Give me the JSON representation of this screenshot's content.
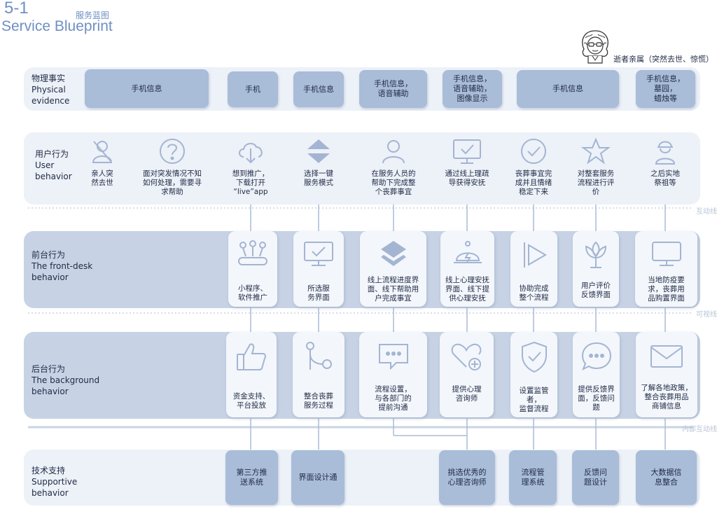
{
  "header": {
    "number": "5-1",
    "title_cn": "服务蓝图",
    "title_en": "Service Blueprint"
  },
  "persona": {
    "label": "逝者亲属（突然去世、惊慌）",
    "avatar": "woman-with-glasses-avatar"
  },
  "rows": {
    "physical": {
      "cn": "物理事实",
      "en1": "Physical",
      "en2": "evidence"
    },
    "user": {
      "cn": "用户行为",
      "en1": "User",
      "en2": "behavior"
    },
    "front": {
      "cn": "前台行为",
      "en1": "The front-desk",
      "en2": "behavior"
    },
    "back": {
      "cn": "后台行为",
      "en1": "The background",
      "en2": "behavior"
    },
    "support": {
      "cn": "技术支持",
      "en1": "Supportive",
      "en2": "behavior"
    }
  },
  "side_labels": {
    "interaction": "互动线",
    "visibility": "可视线",
    "internal": "内部互动线"
  },
  "physical_evidence": [
    "手机信息",
    "手机",
    "手机信息",
    "手机信息，\n语音辅助",
    "手机信息，\n语音辅助，\n图像显示",
    "手机信息",
    "手机信息，\n墓园，\n蜡烛等"
  ],
  "user_behavior": [
    {
      "icon": "person-icon",
      "text": "亲人突\n然去世"
    },
    {
      "icon": "question-icon",
      "text": "面对突发情况不知\n如何处理，需要寻\n求帮助"
    },
    {
      "icon": "cloud-download-icon",
      "text": "想到推广，\n下载打开\n“live”app"
    },
    {
      "icon": "up-down-arrows-icon",
      "text": "选择一键\n服务模式"
    },
    {
      "icon": "user-icon",
      "text": "在服务人员的\n帮助下完成整\n个丧葬事宜"
    },
    {
      "icon": "monitor-check-icon",
      "text": "通过线上理疏\n导获得安抚"
    },
    {
      "icon": "check-circle-icon",
      "text": "丧葬事宜完\n成并且情绪\n稳定下来"
    },
    {
      "icon": "star-icon",
      "text": "对整套服务\n流程进行评\n价"
    },
    {
      "icon": "worker-icon",
      "text": "之后实地\n祭祖等"
    }
  ],
  "front_desk": [
    {
      "icon": "network-icon",
      "text": "小程序、\n软件推广"
    },
    {
      "icon": "monitor-check-icon",
      "text": "所选服\n务界面"
    },
    {
      "icon": "layers-icon",
      "text": "线上流程进度界\n面、线下帮助用\n户完成事宜"
    },
    {
      "icon": "service-bell-icon",
      "text": "线上心理安抚\n界面、线下提\n供心理安抚"
    },
    {
      "icon": "play-icon",
      "text": "协助完成\n整个流程"
    },
    {
      "icon": "flower-icon",
      "text": "用户评价\n反馈界面"
    },
    {
      "icon": "monitor-icon",
      "text": "当地防疫要\n求，丧葬用\n品购置界面"
    }
  ],
  "background": [
    {
      "icon": "thumbs-up-icon",
      "text": "资金支持、\n平台投放"
    },
    {
      "icon": "branch-icon",
      "text": "整合丧葬\n服务过程"
    },
    {
      "icon": "message-icon",
      "text": "流程设置，\n与各部门的\n提前沟通"
    },
    {
      "icon": "heart-plus-icon",
      "text": "提供心理\n咨询师"
    },
    {
      "icon": "shield-check-icon",
      "text": "设置监管者，\n监督流程"
    },
    {
      "icon": "chat-bubble-icon",
      "text": "提供反馈界\n面，反馈问\n题"
    },
    {
      "icon": "mail-icon",
      "text": "了解各地政策，\n整合丧葬用品\n商铺信息"
    }
  ],
  "support": [
    "第三方推\n送系统",
    "界面设计通",
    "挑选优秀的\n心理咨询师",
    "流程管\n理系统",
    "反馈问\n题设计",
    "大数据信\n息整合"
  ],
  "colors": {
    "accent": "#6f8fc4",
    "box": "#a9bcd8",
    "band_dark": "#c7d3e5",
    "band_light": "#edf1f8",
    "card": "#f3f6fb",
    "icon": "#a3b5d2"
  }
}
